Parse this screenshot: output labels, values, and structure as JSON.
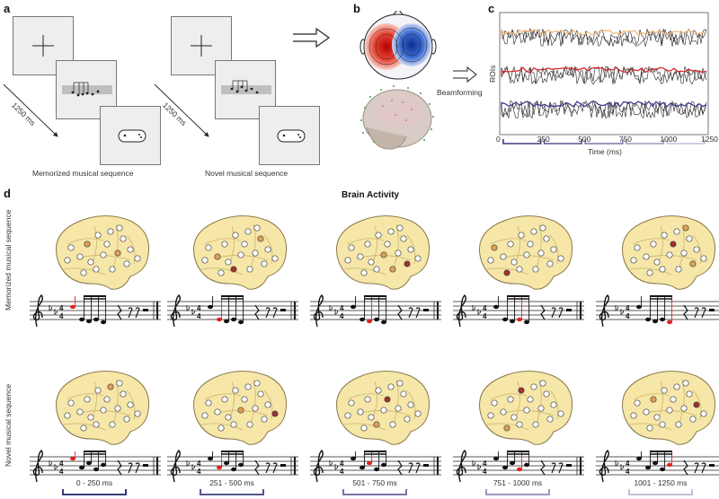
{
  "panels": {
    "a": "a",
    "b": "b",
    "c": "c",
    "d": "d"
  },
  "panel_a": {
    "left_caption": "Memorized musical sequence",
    "right_caption": "Novel musical sequence",
    "left_time": "1250 ms",
    "right_time": "1250 ms"
  },
  "panel_b": {
    "beamforming": "Beamforming"
  },
  "panel_c": {
    "ylabel": "ROIs",
    "xlabel": "Time (ms)",
    "ticks": [
      "0",
      "250",
      "500",
      "750",
      "1000",
      "1250"
    ]
  },
  "panel_d": {
    "title": "Brain Activity",
    "row1_label": "Memorized musical sequence",
    "row2_label": "Novel musical sequence",
    "time_windows": [
      "0 - 250 ms",
      "251 - 500 ms",
      "501 - 750 ms",
      "751 - 1000 ms",
      "1001 - 1250 ms"
    ],
    "time_colors": [
      "#3b3b7a",
      "#55558f",
      "#7777a8",
      "#9a9ac0",
      "#c0c0d8"
    ]
  },
  "colors": {
    "trace_orange": "#f0b878",
    "trace_red": "#d62828",
    "trace_blue": "#3a3a8c",
    "brain_fill": "#f6e6a8",
    "note_highlight": "#e02020"
  }
}
